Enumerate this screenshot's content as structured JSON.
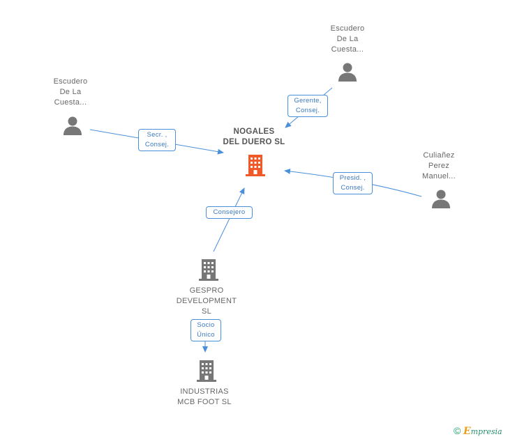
{
  "center": {
    "name_lines": [
      "NOGALES",
      "DEL DUERO SL"
    ],
    "color": "#f05a28"
  },
  "people": [
    {
      "id": "p1",
      "lines": [
        "Escudero",
        "De La",
        "Cuesta..."
      ]
    },
    {
      "id": "p2",
      "lines": [
        "Escudero",
        "De La",
        "Cuesta..."
      ]
    },
    {
      "id": "p3",
      "lines": [
        "Culiañez",
        "Perez",
        "Manuel..."
      ]
    }
  ],
  "companies": [
    {
      "id": "c1",
      "lines": [
        "GESPRO",
        "DEVELOPMENT",
        "SL"
      ]
    },
    {
      "id": "c2",
      "lines": [
        "INDUSTRIAS",
        "MCB FOOT  SL"
      ]
    }
  ],
  "edges": [
    {
      "id": "e1",
      "lines": [
        "Gerente,",
        "Consej."
      ]
    },
    {
      "id": "e2",
      "lines": [
        "Secr. ,",
        "Consej."
      ]
    },
    {
      "id": "e3",
      "lines": [
        "Presid. ,",
        "Consej."
      ]
    },
    {
      "id": "e4",
      "lines": [
        "Consejero"
      ]
    },
    {
      "id": "e5",
      "lines": [
        "Socio",
        "Único"
      ]
    }
  ],
  "footer": {
    "copyright_symbol": "©",
    "brand_initial": "E",
    "brand_rest": "mpresia"
  },
  "colors": {
    "edge": "#4a90d9",
    "icon_gray": "#777777",
    "center_icon": "#f05a28"
  }
}
